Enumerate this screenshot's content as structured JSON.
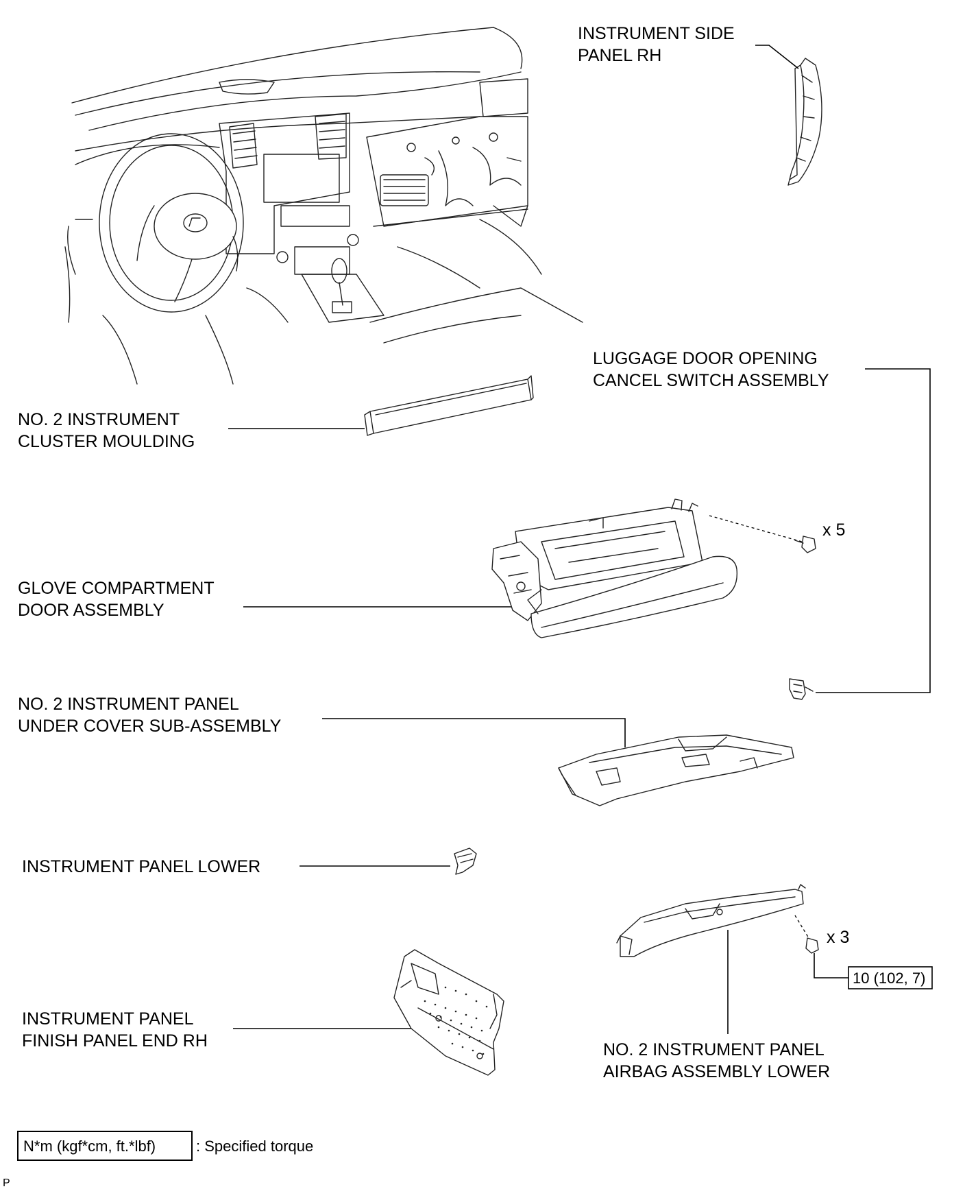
{
  "labels": {
    "instrument_side_panel_rh": [
      "INSTRUMENT SIDE",
      "PANEL RH"
    ],
    "luggage_door_switch": [
      "LUGGAGE DOOR OPENING",
      "CANCEL SWITCH ASSEMBLY"
    ],
    "cluster_moulding": [
      "NO. 2 INSTRUMENT",
      "CLUSTER MOULDING"
    ],
    "glove_compartment": [
      "GLOVE COMPARTMENT",
      "DOOR ASSEMBLY"
    ],
    "under_cover": [
      "NO. 2 INSTRUMENT PANEL",
      "UNDER COVER SUB-ASSEMBLY"
    ],
    "panel_lower": [
      "INSTRUMENT PANEL LOWER"
    ],
    "finish_panel_end": [
      "INSTRUMENT PANEL",
      "FINISH PANEL END RH"
    ],
    "airbag_lower": [
      "NO. 2 INSTRUMENT PANEL",
      "AIRBAG ASSEMBLY LOWER"
    ]
  },
  "screw_counts": {
    "glove_compartment_screws": "x 5",
    "airbag_screws": "x 3"
  },
  "torque_value": "10 (102, 7)",
  "legend": {
    "units": "N*m (kgf*cm, ft.*lbf)",
    "text": ": Specified torque"
  },
  "corner_mark": "P"
}
